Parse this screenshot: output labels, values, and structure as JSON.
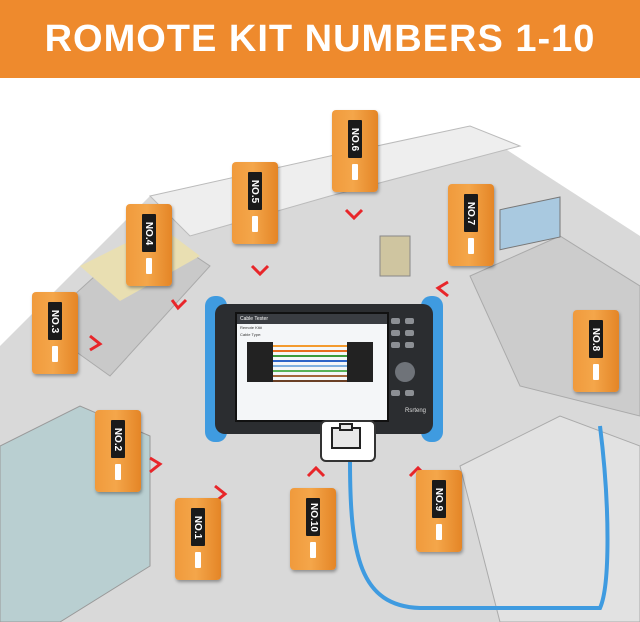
{
  "banner": {
    "title": "ROMOTE KIT NUMBERS 1-10",
    "background": "#ee8a2d",
    "text_color": "#ffffff"
  },
  "remotes": [
    {
      "label": "NO.1"
    },
    {
      "label": "NO.2"
    },
    {
      "label": "NO.3"
    },
    {
      "label": "NO.4"
    },
    {
      "label": "NO.5"
    },
    {
      "label": "NO.6"
    },
    {
      "label": "NO.7"
    },
    {
      "label": "NO.8"
    },
    {
      "label": "NO.9"
    },
    {
      "label": "NO.10"
    }
  ],
  "colors": {
    "remote": "#f09a3c",
    "arrow": "#e8262a",
    "cable": "#3f9be0",
    "bumper": "#3f9be0"
  },
  "tester": {
    "screen_title": "Cable Tester",
    "cable_type": "Cable Type:",
    "remote_id": "Remote Kit#",
    "brand": "Rsrteng"
  }
}
